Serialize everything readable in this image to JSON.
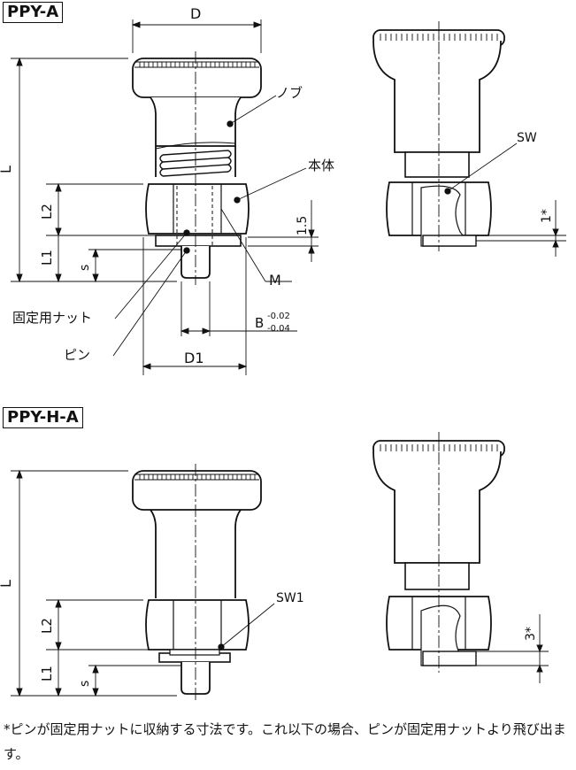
{
  "titles": {
    "top": "PPY-A",
    "bottom": "PPY-H-A"
  },
  "dims": {
    "D": "D",
    "L": "L",
    "L1": "L1",
    "L2": "L2",
    "S": "s",
    "gap_15": "1.5",
    "M": "M",
    "B": "B",
    "B_tol_upper": "-0.02",
    "B_tol_lower": "-0.04",
    "D1": "D1",
    "gap_1": "1*",
    "gap_3": "3*"
  },
  "callouts": {
    "knob": "ノブ",
    "body": "本体",
    "sw": "SW",
    "sw1": "SW1",
    "lock_nut": "固定用ナット",
    "pin": "ピン"
  },
  "footnote": "*ピンが固定用ナットに収納する寸法です。これ以下の場合、ピンが固定用ナットより飛び出ます。"
}
